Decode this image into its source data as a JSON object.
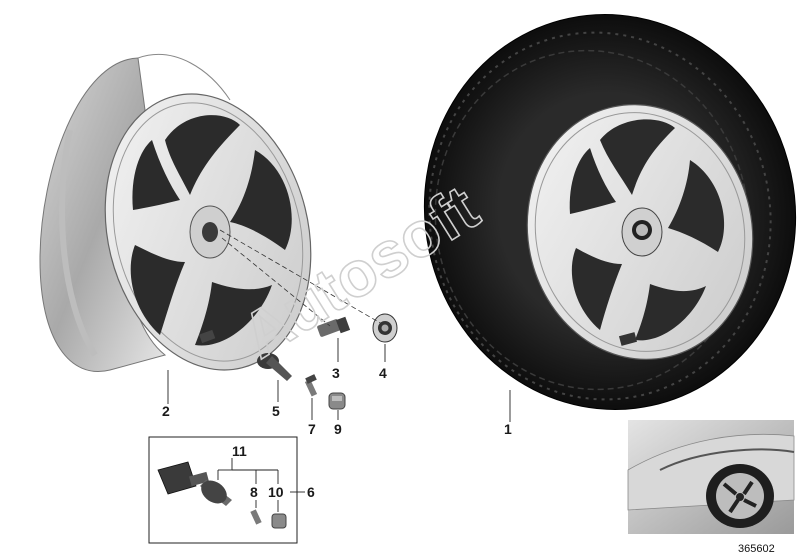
{
  "callouts": {
    "c1": "1",
    "c2": "2",
    "c3": "3",
    "c4": "4",
    "c5": "5",
    "c6": "6",
    "c7": "7",
    "c8": "8",
    "c9": "9",
    "c10": "10",
    "c11": "11"
  },
  "watermark": "Autosoft",
  "ref_number": "365602"
}
